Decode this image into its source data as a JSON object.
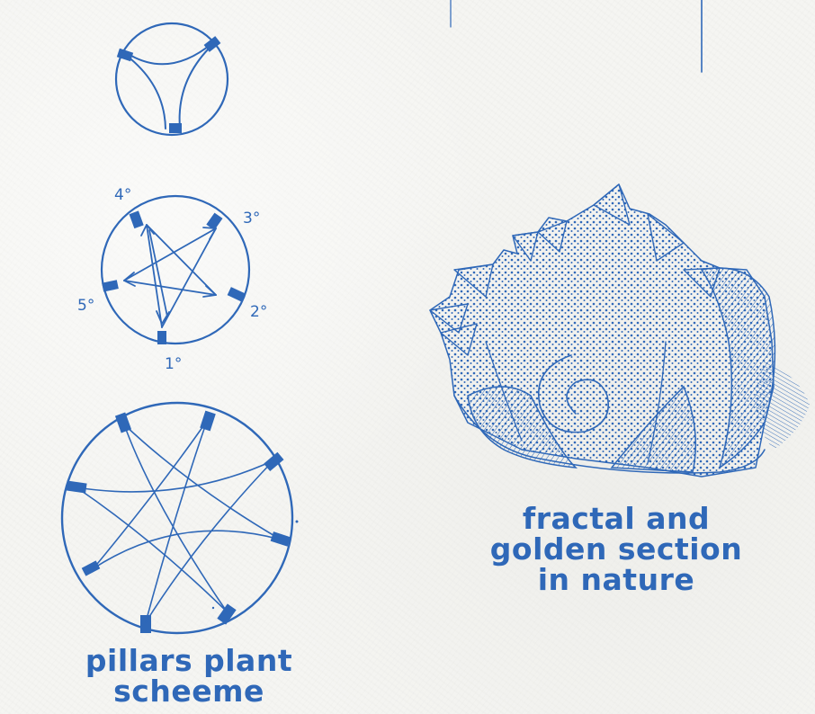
{
  "diagram": {
    "pentagon_labels": [
      "1°",
      "2°",
      "3°",
      "4°",
      "5°"
    ],
    "captions": {
      "left": [
        "pillars plant",
        "scheeme"
      ],
      "right": [
        "fractal and",
        "golden section",
        "in nature"
      ]
    },
    "ink_color": "#2f68b8",
    "paper_color": "#f5f5f2"
  }
}
